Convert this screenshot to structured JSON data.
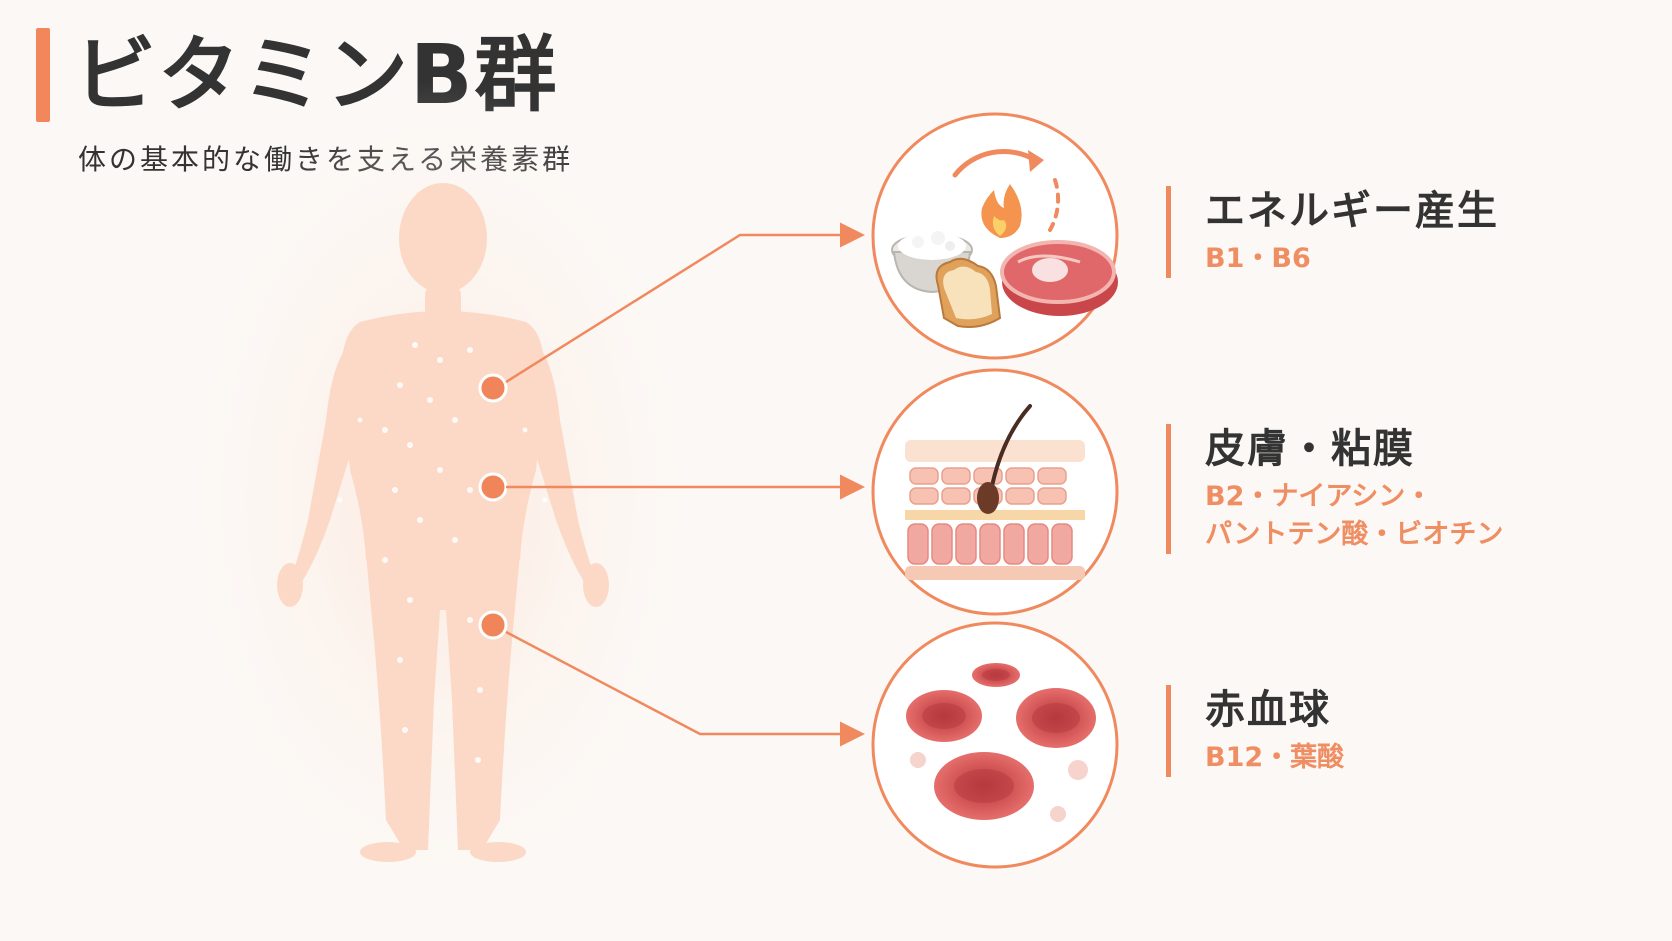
{
  "header": {
    "title": "ビタミンB群",
    "subtitle": "体の基本的な働きを支える栄養素群"
  },
  "functions": [
    {
      "title": "エネルギー産生",
      "vitamins": [
        "B1・B6"
      ],
      "icon": "energy-food-icon"
    },
    {
      "title": "皮膚・粘膜",
      "vitamins": [
        "B2・ナイアシン・",
        "パントテン酸・ビオチン"
      ],
      "icon": "skin-layers-icon"
    },
    {
      "title": "赤血球",
      "vitamins": [
        "B12・葉酸"
      ],
      "icon": "red-blood-cells-icon"
    }
  ],
  "colors": {
    "accent": "#f2875b",
    "body_silhouette": "#fbd9c6",
    "text_dark": "#333333",
    "vitamin_text": "#ef8e62",
    "blood_cell": "#d9595a"
  }
}
